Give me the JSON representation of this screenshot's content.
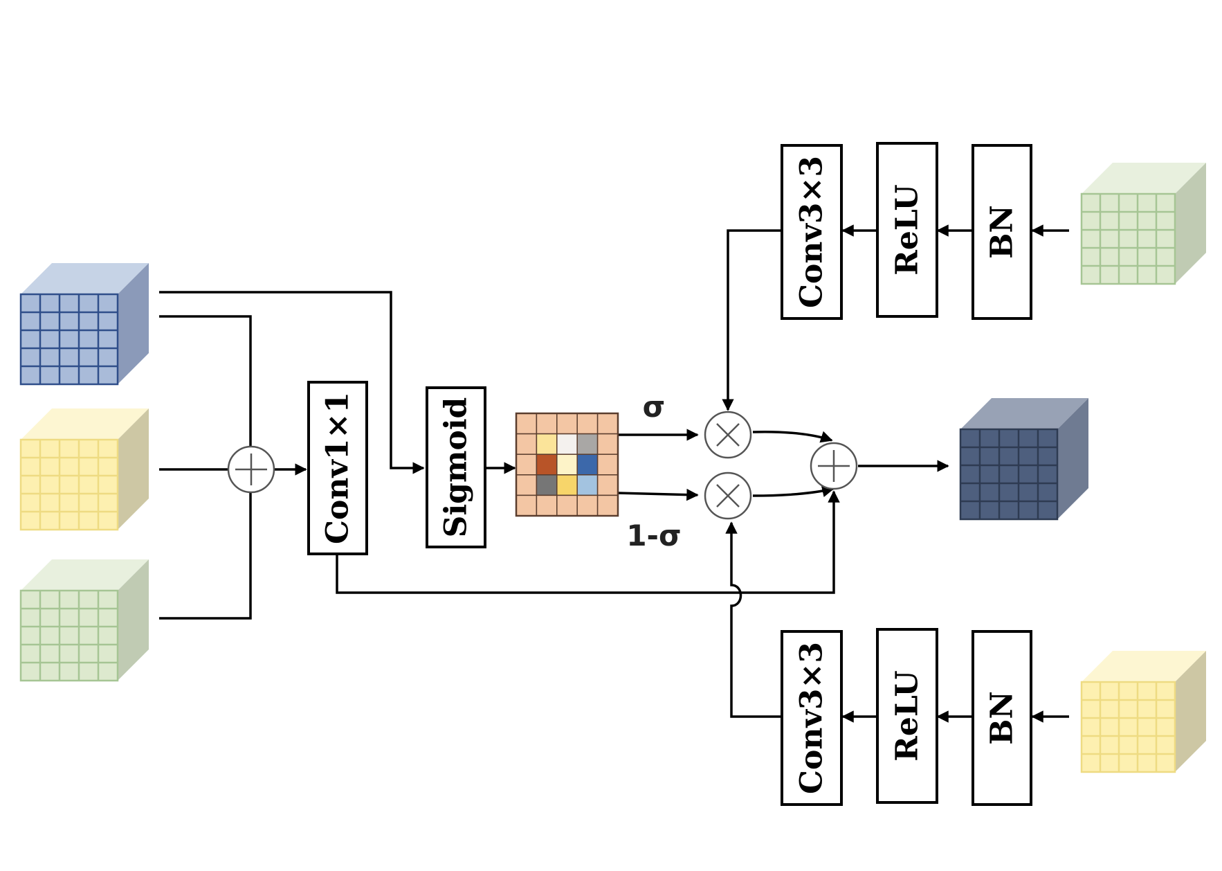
{
  "colors": {
    "blue_front": "#a9bbd9",
    "blue_top": "#c6d3e6",
    "blue_side": "#8b9ab9",
    "blue_grid": "#2f4e8a",
    "yellow_front": "#fdf0b0",
    "yellow_top": "#fdf6d2",
    "yellow_side": "#cdc7a4",
    "yellow_grid": "#eedb82",
    "green_front": "#dde9ce",
    "green_top": "#e8f0de",
    "green_side": "#c0cbb3",
    "green_grid": "#a6c594",
    "dark_front": "#4e5f7e",
    "dark_top": "#98a2b5",
    "dark_side": "#6f7b92",
    "dark_grid": "#2e3b52"
  },
  "blocks": {
    "conv1x1": "Conv1×1",
    "sigmoid": "Sigmoid",
    "top_conv3x3": "Conv3×3",
    "top_relu": "ReLU",
    "top_bn": "BN",
    "bottom_conv3x3": "Conv3×3",
    "bottom_relu": "ReLU",
    "bottom_bn": "BN"
  },
  "gates": {
    "sigma": "σ",
    "one_minus_sigma": "1-σ"
  },
  "attention_map": {
    "rows": 5,
    "cols": 5,
    "base_color": "#f3c6a4",
    "grid_color": "#5a3d2e",
    "cells": [
      {
        "row": 1,
        "col": 1,
        "color": "#fbe49a"
      },
      {
        "row": 1,
        "col": 2,
        "color": "#f4f1ee"
      },
      {
        "row": 1,
        "col": 3,
        "color": "#a9a7a5"
      },
      {
        "row": 2,
        "col": 1,
        "color": "#b85428"
      },
      {
        "row": 2,
        "col": 2,
        "color": "#fdf3c8"
      },
      {
        "row": 2,
        "col": 3,
        "color": "#3c68aa"
      },
      {
        "row": 3,
        "col": 1,
        "color": "#767676"
      },
      {
        "row": 3,
        "col": 2,
        "color": "#f7d56a"
      },
      {
        "row": 3,
        "col": 3,
        "color": "#a3c3e0"
      }
    ]
  }
}
